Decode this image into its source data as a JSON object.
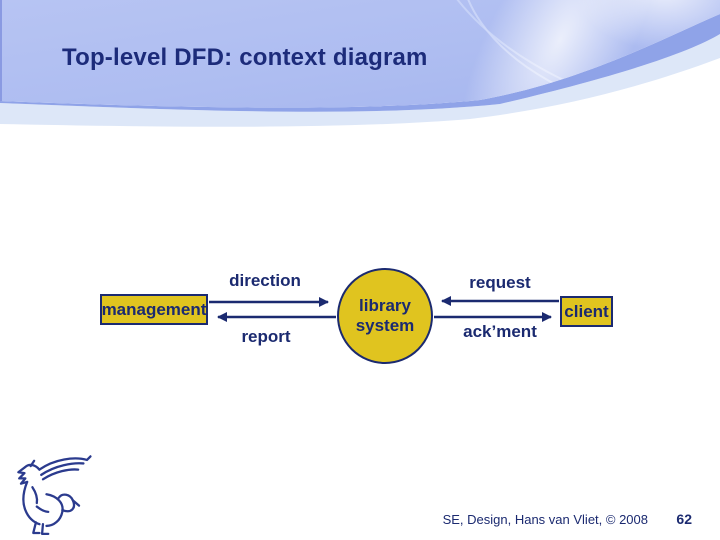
{
  "slide": {
    "title": "Top-level DFD: context diagram",
    "footer": {
      "credit": "SE, Design, Hans van Vliet, © 2008",
      "page_number": "62"
    }
  },
  "diagram": {
    "entities": {
      "management": "management",
      "client": "client"
    },
    "process": {
      "line1": "library",
      "line2": "system"
    },
    "flows": {
      "direction": "direction",
      "report": "report",
      "request": "request",
      "ackment": "ack’ment"
    }
  },
  "colors": {
    "accent_gold": "#e0c41f",
    "navy_ink": "#1b2a70",
    "header_blue": "#b0bff1",
    "header_band_blue": "#8fa3e8",
    "header_pale_band": "#dde7f8"
  },
  "icons": {
    "logo": "griffin-logo"
  }
}
